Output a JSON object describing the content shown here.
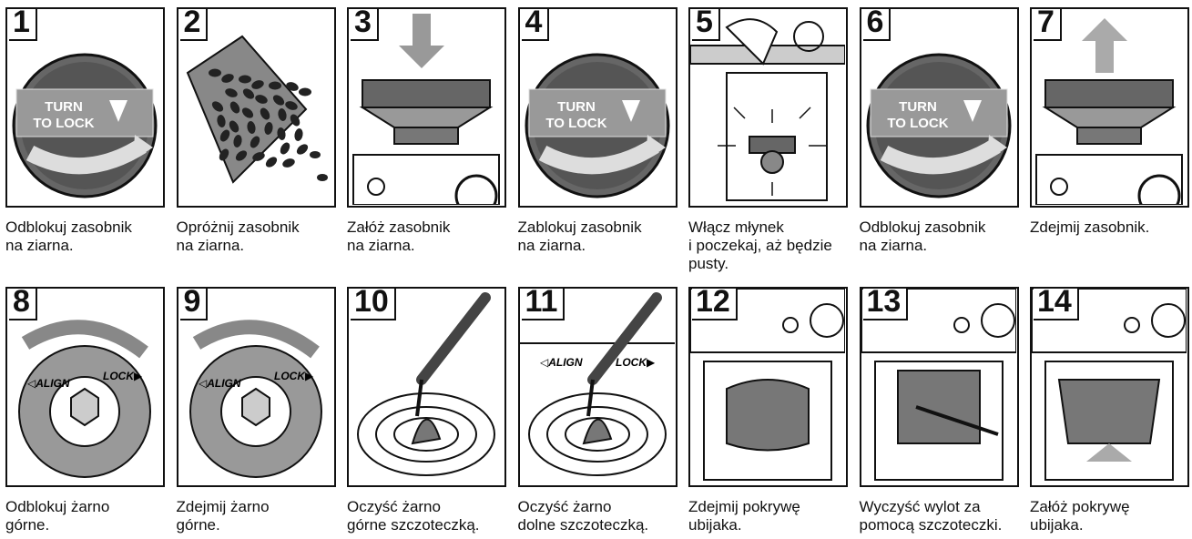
{
  "steps": [
    {
      "num": "1",
      "caption": "Odblokuj zasobnik\nna ziarna.",
      "dial": "TURN\nTO LOCK"
    },
    {
      "num": "2",
      "caption": "Opróżnij zasobnik\nna ziarna."
    },
    {
      "num": "3",
      "caption": "Załóż zasobnik\nna ziarna."
    },
    {
      "num": "4",
      "caption": "Zablokuj zasobnik\nna ziarna.",
      "dial": "TURN\nTO LOCK"
    },
    {
      "num": "5",
      "caption": "Włącz młynek\ni poczekaj, aż będzie\npusty."
    },
    {
      "num": "6",
      "caption": "Odblokuj zasobnik\nna ziarna.",
      "dial": "TURN\nTO LOCK"
    },
    {
      "num": "7",
      "caption": "Zdejmij zasobnik."
    },
    {
      "num": "8",
      "caption": "Odblokuj żarno\ngórne.",
      "align": "ALIGN",
      "lock": "LOCK"
    },
    {
      "num": "9",
      "caption": "Zdejmij żarno\ngórne.",
      "align": "ALIGN",
      "lock": "LOCK"
    },
    {
      "num": "10",
      "caption": "Oczyść żarno\ngórne szczoteczką."
    },
    {
      "num": "11",
      "caption": "Oczyść żarno\ndolne szczoteczką.",
      "align": "ALIGN",
      "lock": "LOCK"
    },
    {
      "num": "12",
      "caption": "Zdejmij pokrywę\nubijaka."
    },
    {
      "num": "13",
      "caption": "Wyczyść wylot za\npomocą szczoteczki."
    },
    {
      "num": "14",
      "caption": "Załóż pokrywę\nubijaka."
    }
  ],
  "colors": {
    "line": "#111111",
    "gray": "#777777",
    "dark": "#444444",
    "light": "#bbbbbb"
  },
  "icons": [
    "hopper-dial-icon",
    "coffee-beans-icon",
    "hopper-icon",
    "grinder-icon",
    "burr-icon",
    "brush-icon",
    "tamper-cover-icon"
  ]
}
